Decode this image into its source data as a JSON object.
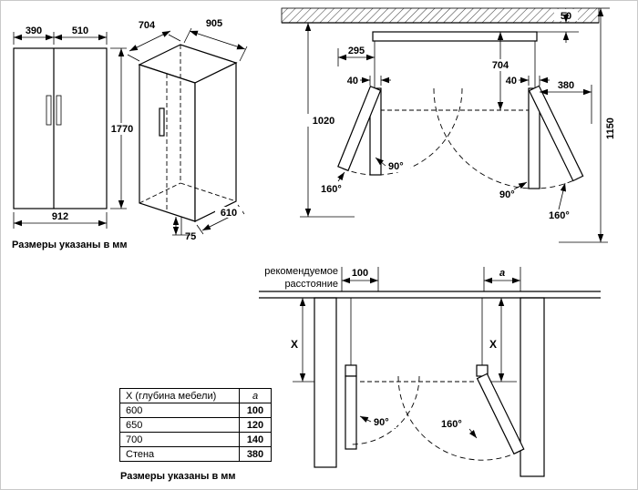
{
  "page": {
    "line_color": "#000000",
    "cabinet_fill": "#b3b3b3",
    "background": "#ffffff"
  },
  "captions": {
    "top": "Размеры указаны в мм",
    "bottom": "Размеры указаны в мм"
  },
  "front_view": {
    "dim_width_left_door": "390",
    "dim_width_right_door": "510",
    "dim_height": "1770",
    "dim_width_total": "912"
  },
  "iso_view": {
    "dim_depth": "704",
    "dim_diagonal": "905",
    "dim_bottom_width": "610",
    "dim_foot_height": "75"
  },
  "top_view": {
    "dim_wall_gap": "50",
    "dim_left_clearance": "295",
    "dim_depth": "704",
    "dim_door_thickness_left": "40",
    "dim_door_thickness_right": "40",
    "dim_right_clearance": "380",
    "dim_total_depth": "1020",
    "dim_total_right": "1150",
    "angle_left_90": "90°",
    "angle_left_160": "160°",
    "angle_right_90": "90°",
    "angle_right_160": "160°"
  },
  "builtin_view": {
    "note_line1": "рекомендуемое",
    "note_line2": "расстояние",
    "dim_gap_left": "100",
    "dim_gap_right": "a",
    "dim_depth_left": "X",
    "dim_depth_right": "X",
    "angle_90": "90°",
    "angle_160": "160°",
    "table": {
      "header_col1": "X (глубина мебели)",
      "header_col2": "a",
      "rows": [
        {
          "depth": "600",
          "a": "100"
        },
        {
          "depth": "650",
          "a": "120"
        },
        {
          "depth": "700",
          "a": "140"
        },
        {
          "depth": "Стена",
          "a": "380"
        }
      ]
    }
  }
}
